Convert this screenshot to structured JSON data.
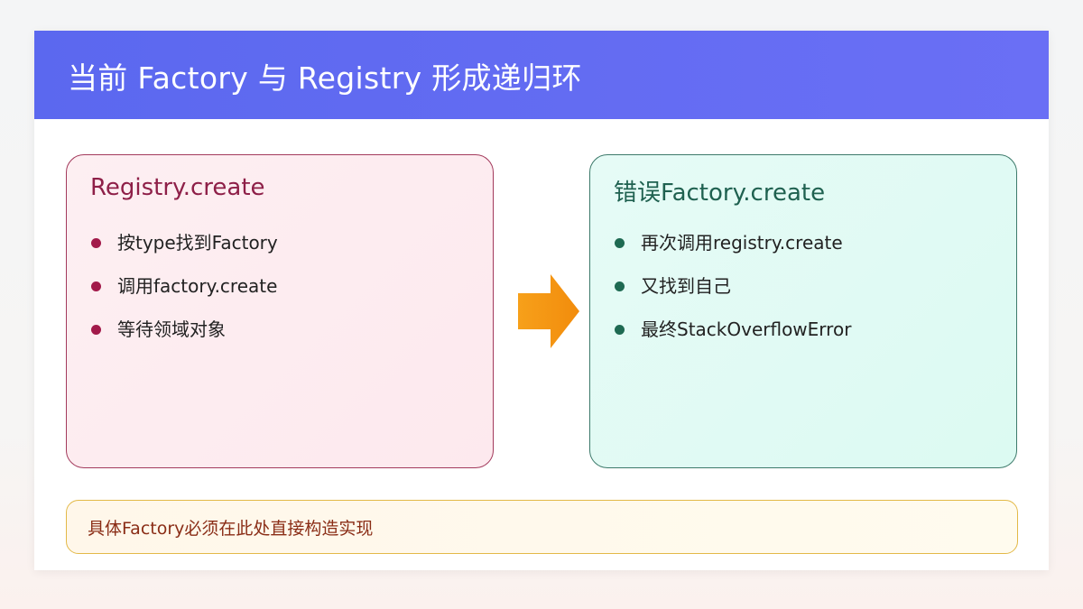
{
  "title": "当前 Factory 与 Registry 形成递归环",
  "left_panel": {
    "title": "Registry.create",
    "items": [
      "按type找到Factory",
      "调用factory.create",
      "等待领域对象"
    ]
  },
  "right_panel": {
    "title": "错误Factory.create",
    "items": [
      "再次调用registry.create",
      "又找到自己",
      "最终StackOverflowError"
    ]
  },
  "note": "具体Factory必须在此处直接构造实现",
  "colors": {
    "header": "#5b68ef",
    "left_accent": "#a21a4a",
    "right_accent": "#1e6a52",
    "arrow": "#f39c12",
    "note_border": "#e3b948"
  },
  "icons": {
    "arrow": "right-arrow-icon",
    "bullet": "bullet-dot-icon"
  }
}
